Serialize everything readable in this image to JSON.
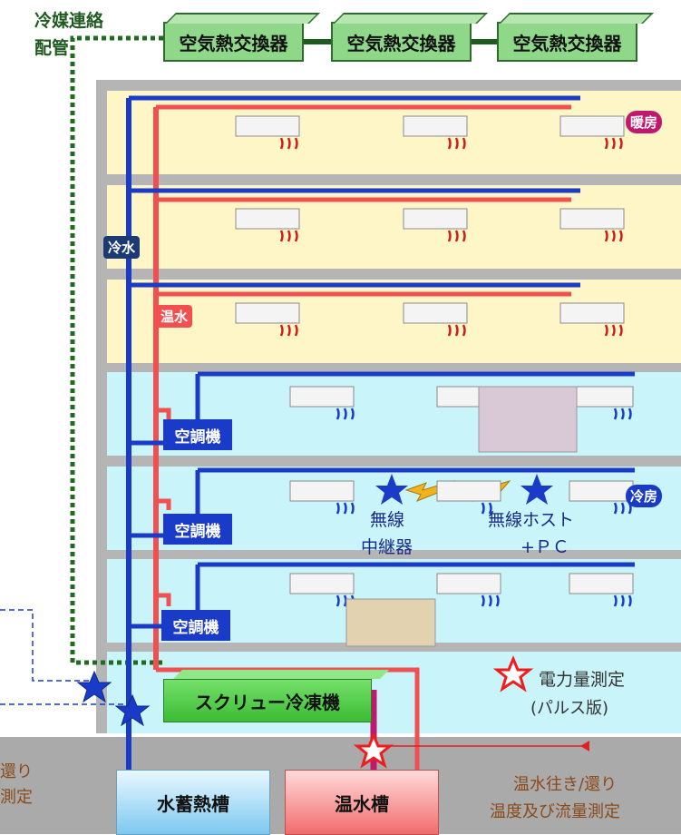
{
  "refrigerant_label": "冷媒連絡\n配管",
  "refrigerant_line1": "冷媒連絡",
  "refrigerant_line2": "配管",
  "heat_exchangers": [
    "空気熱交換器",
    "空気熱交換器",
    "空気熱交換器"
  ],
  "tags": {
    "cold_water": "冷水",
    "hot_water": "温水",
    "heating": "暖房",
    "cooling": "冷房"
  },
  "ahu_labels": [
    "空調機",
    "空調機",
    "空調機"
  ],
  "wireless": {
    "repeater_line1": "無線",
    "repeater_line2": "中継器",
    "host_line1": "無線ホスト",
    "host_line2": "+ＰＣ"
  },
  "legend": {
    "power_line1": "電力量測定",
    "power_line2": "(パルス版)"
  },
  "chiller_label": "スクリュー冷凍機",
  "tanks": {
    "water_storage": "水蓄熱槽",
    "hot_water": "温水槽"
  },
  "notes": {
    "left_line1": "還り",
    "left_line2": "測定",
    "right_line1": "温水往き/還り",
    "right_line2": "温度及び流量測定"
  },
  "colors": {
    "heating_floor": "#fff6c8",
    "cooling_floor": "#c8f4fa",
    "cold_pipe": "#1a3ac8",
    "hot_pipe": "#f25050",
    "refrigerant": "#1f6b1f",
    "star_blue": "#1a3ac8",
    "star_red": "#f21c1c"
  }
}
